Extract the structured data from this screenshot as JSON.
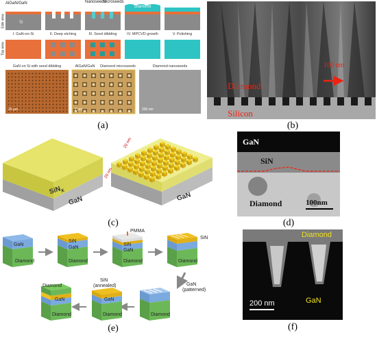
{
  "panel_a": {
    "label": "(a)",
    "top_labels": [
      "AlGaN/GaN",
      "Nanoseeds",
      "Microseeds",
      "Diamond"
    ],
    "side_view": "Side view",
    "top_view": "Top view",
    "si_label": "Si",
    "steps": [
      "I. GaN-on-Si",
      "II. Deep etching",
      "III. Seed dibbling",
      "IV. MPCVD growth",
      "V. Polishing"
    ],
    "micro_captions": [
      "GaN on Si with seed dibbling",
      "AlGaN/GaN",
      "Diamond microseeds",
      "Diamond nanoseeds"
    ],
    "scale_bars": [
      "20 μm",
      "2 μm",
      "200 nm"
    ]
  },
  "panel_b": {
    "label": "(b)",
    "diamond": "Diamond",
    "silicon": "Silicon",
    "scale": "100 nm"
  },
  "panel_c": {
    "label": "(c)",
    "sin": "SiN",
    "sin_sub": "x",
    "gan": "GaN",
    "dim1": "20 nm",
    "dim2": "20 nm"
  },
  "panel_d": {
    "label": "(d)",
    "gan": "GaN",
    "sin": "SiN",
    "diamond": "Diamond",
    "scale": "100nm"
  },
  "panel_e": {
    "label": "(e)",
    "gan": "GaN",
    "diamond": "Diamond",
    "sin": "SiN",
    "pmma": "PMMA",
    "sin_annealed_1": "SiN",
    "sin_annealed_2": "(annealed)",
    "gan_patterned_1": "GaN",
    "gan_patterned_2": "(patterned)"
  },
  "panel_f": {
    "label": "(f)",
    "diamond": "Diamond",
    "gan": "GaN",
    "scale": "200 nm"
  }
}
